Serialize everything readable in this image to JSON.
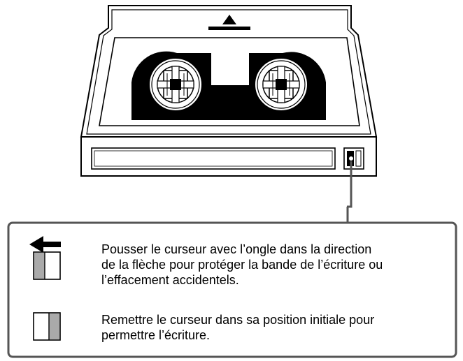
{
  "legend": {
    "protect": {
      "lines": [
        "Pousser le curseur avec l’ongle dans la direction",
        "de la flèche pour protéger la bande de l’écriture ou",
        "l’effacement accidentels."
      ],
      "icon": "arrow-left-icon"
    },
    "enable": {
      "lines": [
        "Remettre le curseur dans sa position initiale pour",
        "permettre l’écriture."
      ]
    }
  },
  "icons": {
    "eject_marker": "triangle-up-icon",
    "protect_arrow": "arrow-left-icon",
    "tab_protected": "write-protect-tab-open-icon",
    "tab_writable": "write-protect-tab-closed-icon"
  },
  "colors": {
    "line": "#000000",
    "box_border": "#555555",
    "tab_grey": "#aaaaaa"
  }
}
